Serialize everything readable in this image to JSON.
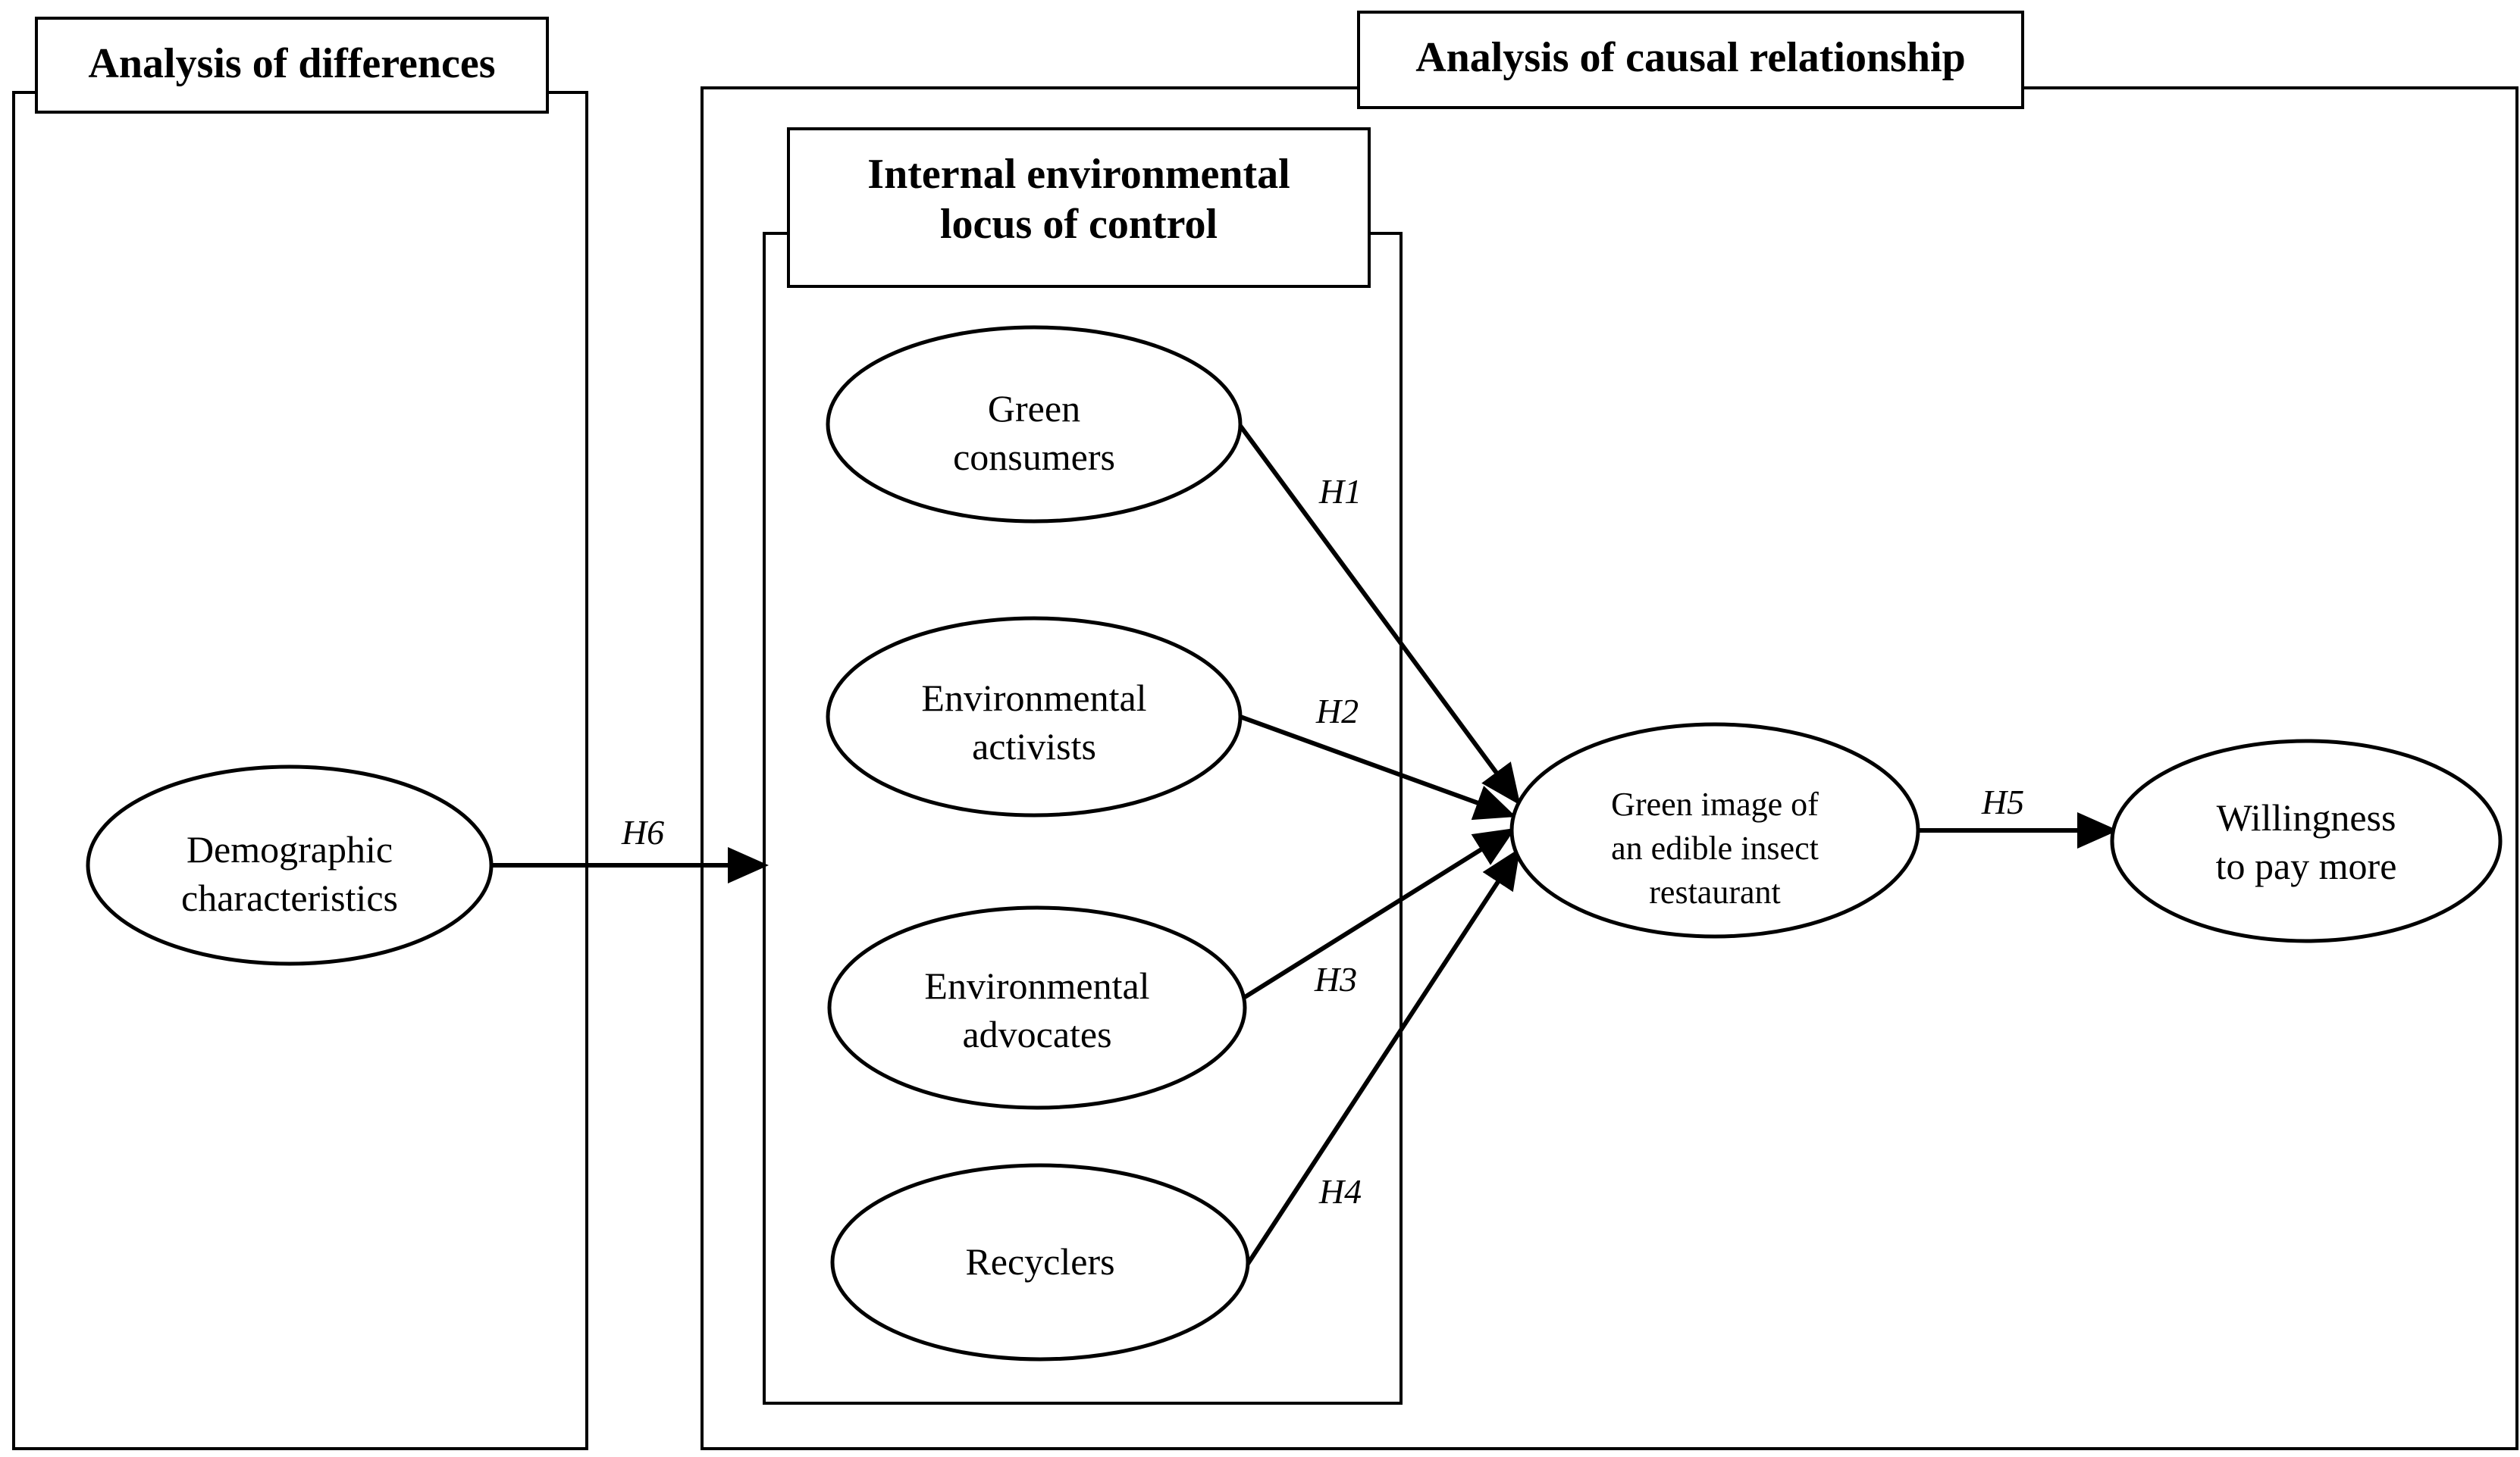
{
  "frames": {
    "differences": {
      "title": "Analysis of differences"
    },
    "causal": {
      "title": "Analysis of causal relationship"
    },
    "locus": {
      "title_line1": "Internal environmental",
      "title_line2": "locus of control"
    }
  },
  "nodes": {
    "demographic": {
      "line1": "Demographic",
      "line2": "characteristics"
    },
    "green_consumers": {
      "line1": "Green",
      "line2": "consumers"
    },
    "env_activists": {
      "line1": "Environmental",
      "line2": "activists"
    },
    "env_advocates": {
      "line1": "Environmental",
      "line2": "advocates"
    },
    "recyclers": {
      "line1": "Recyclers"
    },
    "green_image": {
      "line1": "Green image of",
      "line2": "an edible insect",
      "line3": "restaurant"
    },
    "willingness": {
      "line1": "Willingness",
      "line2": "to pay more"
    }
  },
  "edges": [
    {
      "from": "green_consumers",
      "to": "green_image",
      "label": "H1"
    },
    {
      "from": "env_activists",
      "to": "green_image",
      "label": "H2"
    },
    {
      "from": "env_advocates",
      "to": "green_image",
      "label": "H3"
    },
    {
      "from": "recyclers",
      "to": "green_image",
      "label": "H4"
    },
    {
      "from": "green_image",
      "to": "willingness",
      "label": "H5"
    },
    {
      "from": "demographic",
      "to": "internal_locus_frame",
      "label": "H6"
    }
  ],
  "colors": {
    "stroke": "#000000",
    "background": "#ffffff"
  }
}
